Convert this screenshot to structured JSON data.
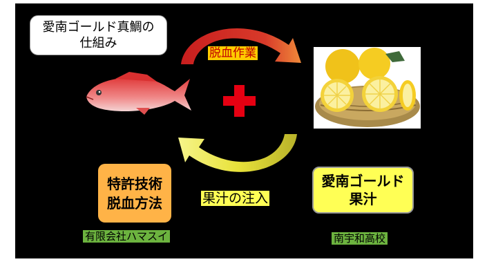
{
  "title": {
    "line1": "愛南ゴールド真鯛の",
    "line2": "仕組み"
  },
  "top_arrow_label": "脱血作業",
  "bottom_arrow_label": "果汁の注入",
  "left_box": {
    "line1": "特許技術",
    "line2": "脱血方法"
  },
  "right_box": {
    "line1": "愛南ゴールド",
    "line2": "果汁"
  },
  "left_org": "有限会社ハマスイ",
  "right_org": "南宇和高校",
  "colors": {
    "background": "#000000",
    "top_arrow": "#d42a2a",
    "bottom_arrow": "#e8e23a",
    "cross": "#e60012",
    "orange_box": "#ffb347",
    "yellow_box": "#ffff55",
    "org_label_bg": "#6cb33f",
    "top_label_bg": "#ffcc00"
  },
  "icons": [
    "red-sea-bream-icon",
    "citrus-fruit-basket-icon",
    "red-cross-icon"
  ]
}
